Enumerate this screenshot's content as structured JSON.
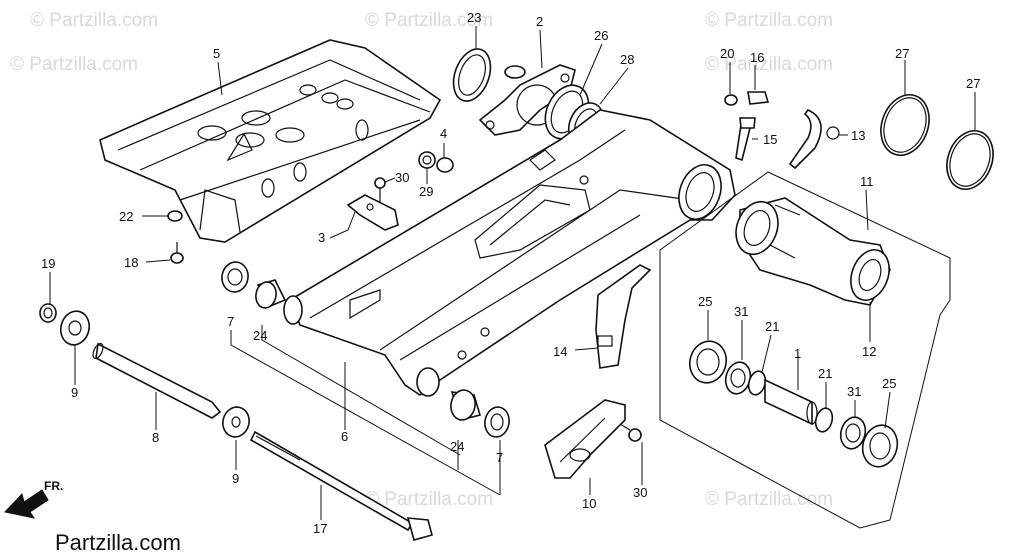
{
  "watermark": {
    "text": "© Partzilla.com"
  },
  "brand": {
    "text": "Partzilla.com",
    "front_marker": "FR."
  },
  "callouts": [
    {
      "id": "c23",
      "label": "23"
    },
    {
      "id": "c2",
      "label": "2"
    },
    {
      "id": "c26",
      "label": "26"
    },
    {
      "id": "c28",
      "label": "28"
    },
    {
      "id": "c5",
      "label": "5"
    },
    {
      "id": "c4",
      "label": "4"
    },
    {
      "id": "c30a",
      "label": "30"
    },
    {
      "id": "c29",
      "label": "29"
    },
    {
      "id": "c3",
      "label": "3"
    },
    {
      "id": "c22",
      "label": "22"
    },
    {
      "id": "c18",
      "label": "18"
    },
    {
      "id": "c19",
      "label": "19"
    },
    {
      "id": "c7a",
      "label": "7"
    },
    {
      "id": "c24a",
      "label": "24"
    },
    {
      "id": "c9a",
      "label": "9"
    },
    {
      "id": "c8",
      "label": "8"
    },
    {
      "id": "c6",
      "label": "6"
    },
    {
      "id": "c9b",
      "label": "9"
    },
    {
      "id": "c17",
      "label": "17"
    },
    {
      "id": "c24b",
      "label": "24"
    },
    {
      "id": "c7b",
      "label": "7"
    },
    {
      "id": "c10",
      "label": "10"
    },
    {
      "id": "c30b",
      "label": "30"
    },
    {
      "id": "c14",
      "label": "14"
    },
    {
      "id": "c20",
      "label": "20"
    },
    {
      "id": "c16",
      "label": "16"
    },
    {
      "id": "c15",
      "label": "15"
    },
    {
      "id": "c13",
      "label": "13"
    },
    {
      "id": "c27a",
      "label": "27"
    },
    {
      "id": "c27b",
      "label": "27"
    },
    {
      "id": "c11",
      "label": "11"
    },
    {
      "id": "c12",
      "label": "12"
    },
    {
      "id": "c25a",
      "label": "25"
    },
    {
      "id": "c31a",
      "label": "31"
    },
    {
      "id": "c21a",
      "label": "21"
    },
    {
      "id": "c1",
      "label": "1"
    },
    {
      "id": "c21b",
      "label": "21"
    },
    {
      "id": "c31b",
      "label": "31"
    },
    {
      "id": "c25b",
      "label": "25"
    }
  ]
}
